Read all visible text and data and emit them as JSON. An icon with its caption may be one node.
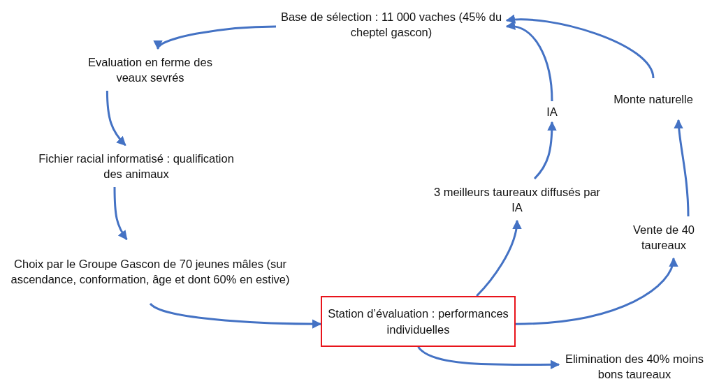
{
  "diagram": {
    "nodes": [
      {
        "text": [
          "Base de sélection : 11 000 vaches (45% du cheptel gascon)"
        ]
      },
      {
        "text": [
          "Evaluation en ferme des veaux sevrés"
        ]
      },
      {
        "text": [
          "Fichier racial informatisé : qualification des animaux"
        ]
      },
      {
        "text": [
          "Choix par le Groupe Gascon de 70 jeunes mâles (sur ascendance, conformation, âge et dont 60% en estive)"
        ]
      },
      {
        "text": [
          "Station d’évaluation : performances individuelles"
        ]
      },
      {
        "text": [
          "3 meilleurs taureaux diffusés par IA"
        ]
      },
      {
        "text": [
          "IA"
        ]
      },
      {
        "text": [
          "Monte naturelle"
        ]
      },
      {
        "text": [
          "Vente de 40 taureaux"
        ]
      },
      {
        "text": [
          "Elimination des 40% moins bons taureaux"
        ]
      }
    ],
    "edges": [
      {
        "from": 0,
        "to": 1,
        "arrow": "to"
      },
      {
        "from": 1,
        "to": 2,
        "arrow": "to"
      },
      {
        "from": 2,
        "to": 3,
        "arrow": "to"
      },
      {
        "from": 3,
        "to": 4,
        "arrow": "to"
      },
      {
        "from": 4,
        "to": 5,
        "arrow": "to"
      },
      {
        "from": 5,
        "to": 6,
        "arrow": "to"
      },
      {
        "from": 6,
        "to": 0,
        "arrow": "to"
      },
      {
        "from": 7,
        "to": 0,
        "arrow": "to"
      },
      {
        "from": 4,
        "to": 8,
        "arrow": "to"
      },
      {
        "from": 8,
        "to": 7,
        "arrow": "to"
      },
      {
        "from": 4,
        "to": 9,
        "arrow": "to"
      }
    ]
  }
}
